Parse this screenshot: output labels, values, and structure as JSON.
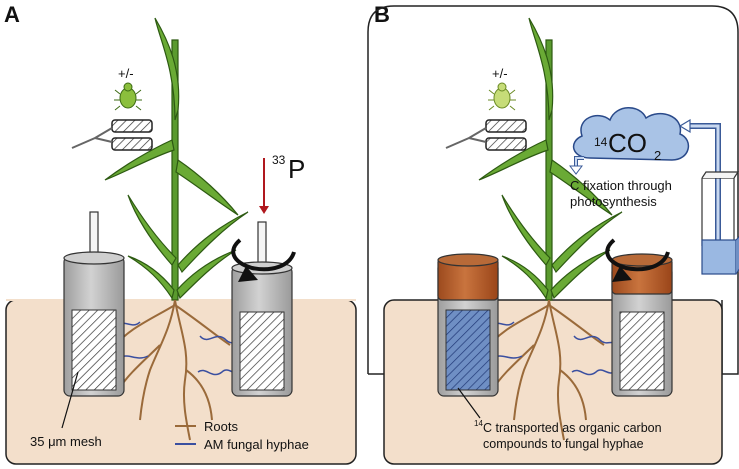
{
  "panels": {
    "a": {
      "label": "A",
      "aphid_toggle": "+/-",
      "isotope_mass": "33",
      "isotope_symbol": "P",
      "mesh_label": "35 μm mesh",
      "legend": {
        "roots": "Roots",
        "hyphae": "AM fungal hyphae"
      }
    },
    "b": {
      "label": "B",
      "aphid_toggle": "+/-",
      "co2_mass": "14",
      "co2_formula": "CO",
      "co2_sub": "2",
      "fixation_line1": "C fixation through",
      "fixation_line2": "photosynthesis",
      "transport_mass": "14",
      "transport_line1": "C transported as organic carbon",
      "transport_line2": "compounds to fungal hyphae"
    }
  },
  "colors": {
    "soil": "#f3dfcb",
    "plant": "#5a9a2e",
    "plant_outline": "#2d5a12",
    "roots": "#9a6a3a",
    "hyphae": "#3a4fa0",
    "core_gray": "#b8b8b8",
    "core_cap": "#b45a28",
    "co2_cloud": "#a9c3e6",
    "arrow_red": "#b0181e"
  }
}
